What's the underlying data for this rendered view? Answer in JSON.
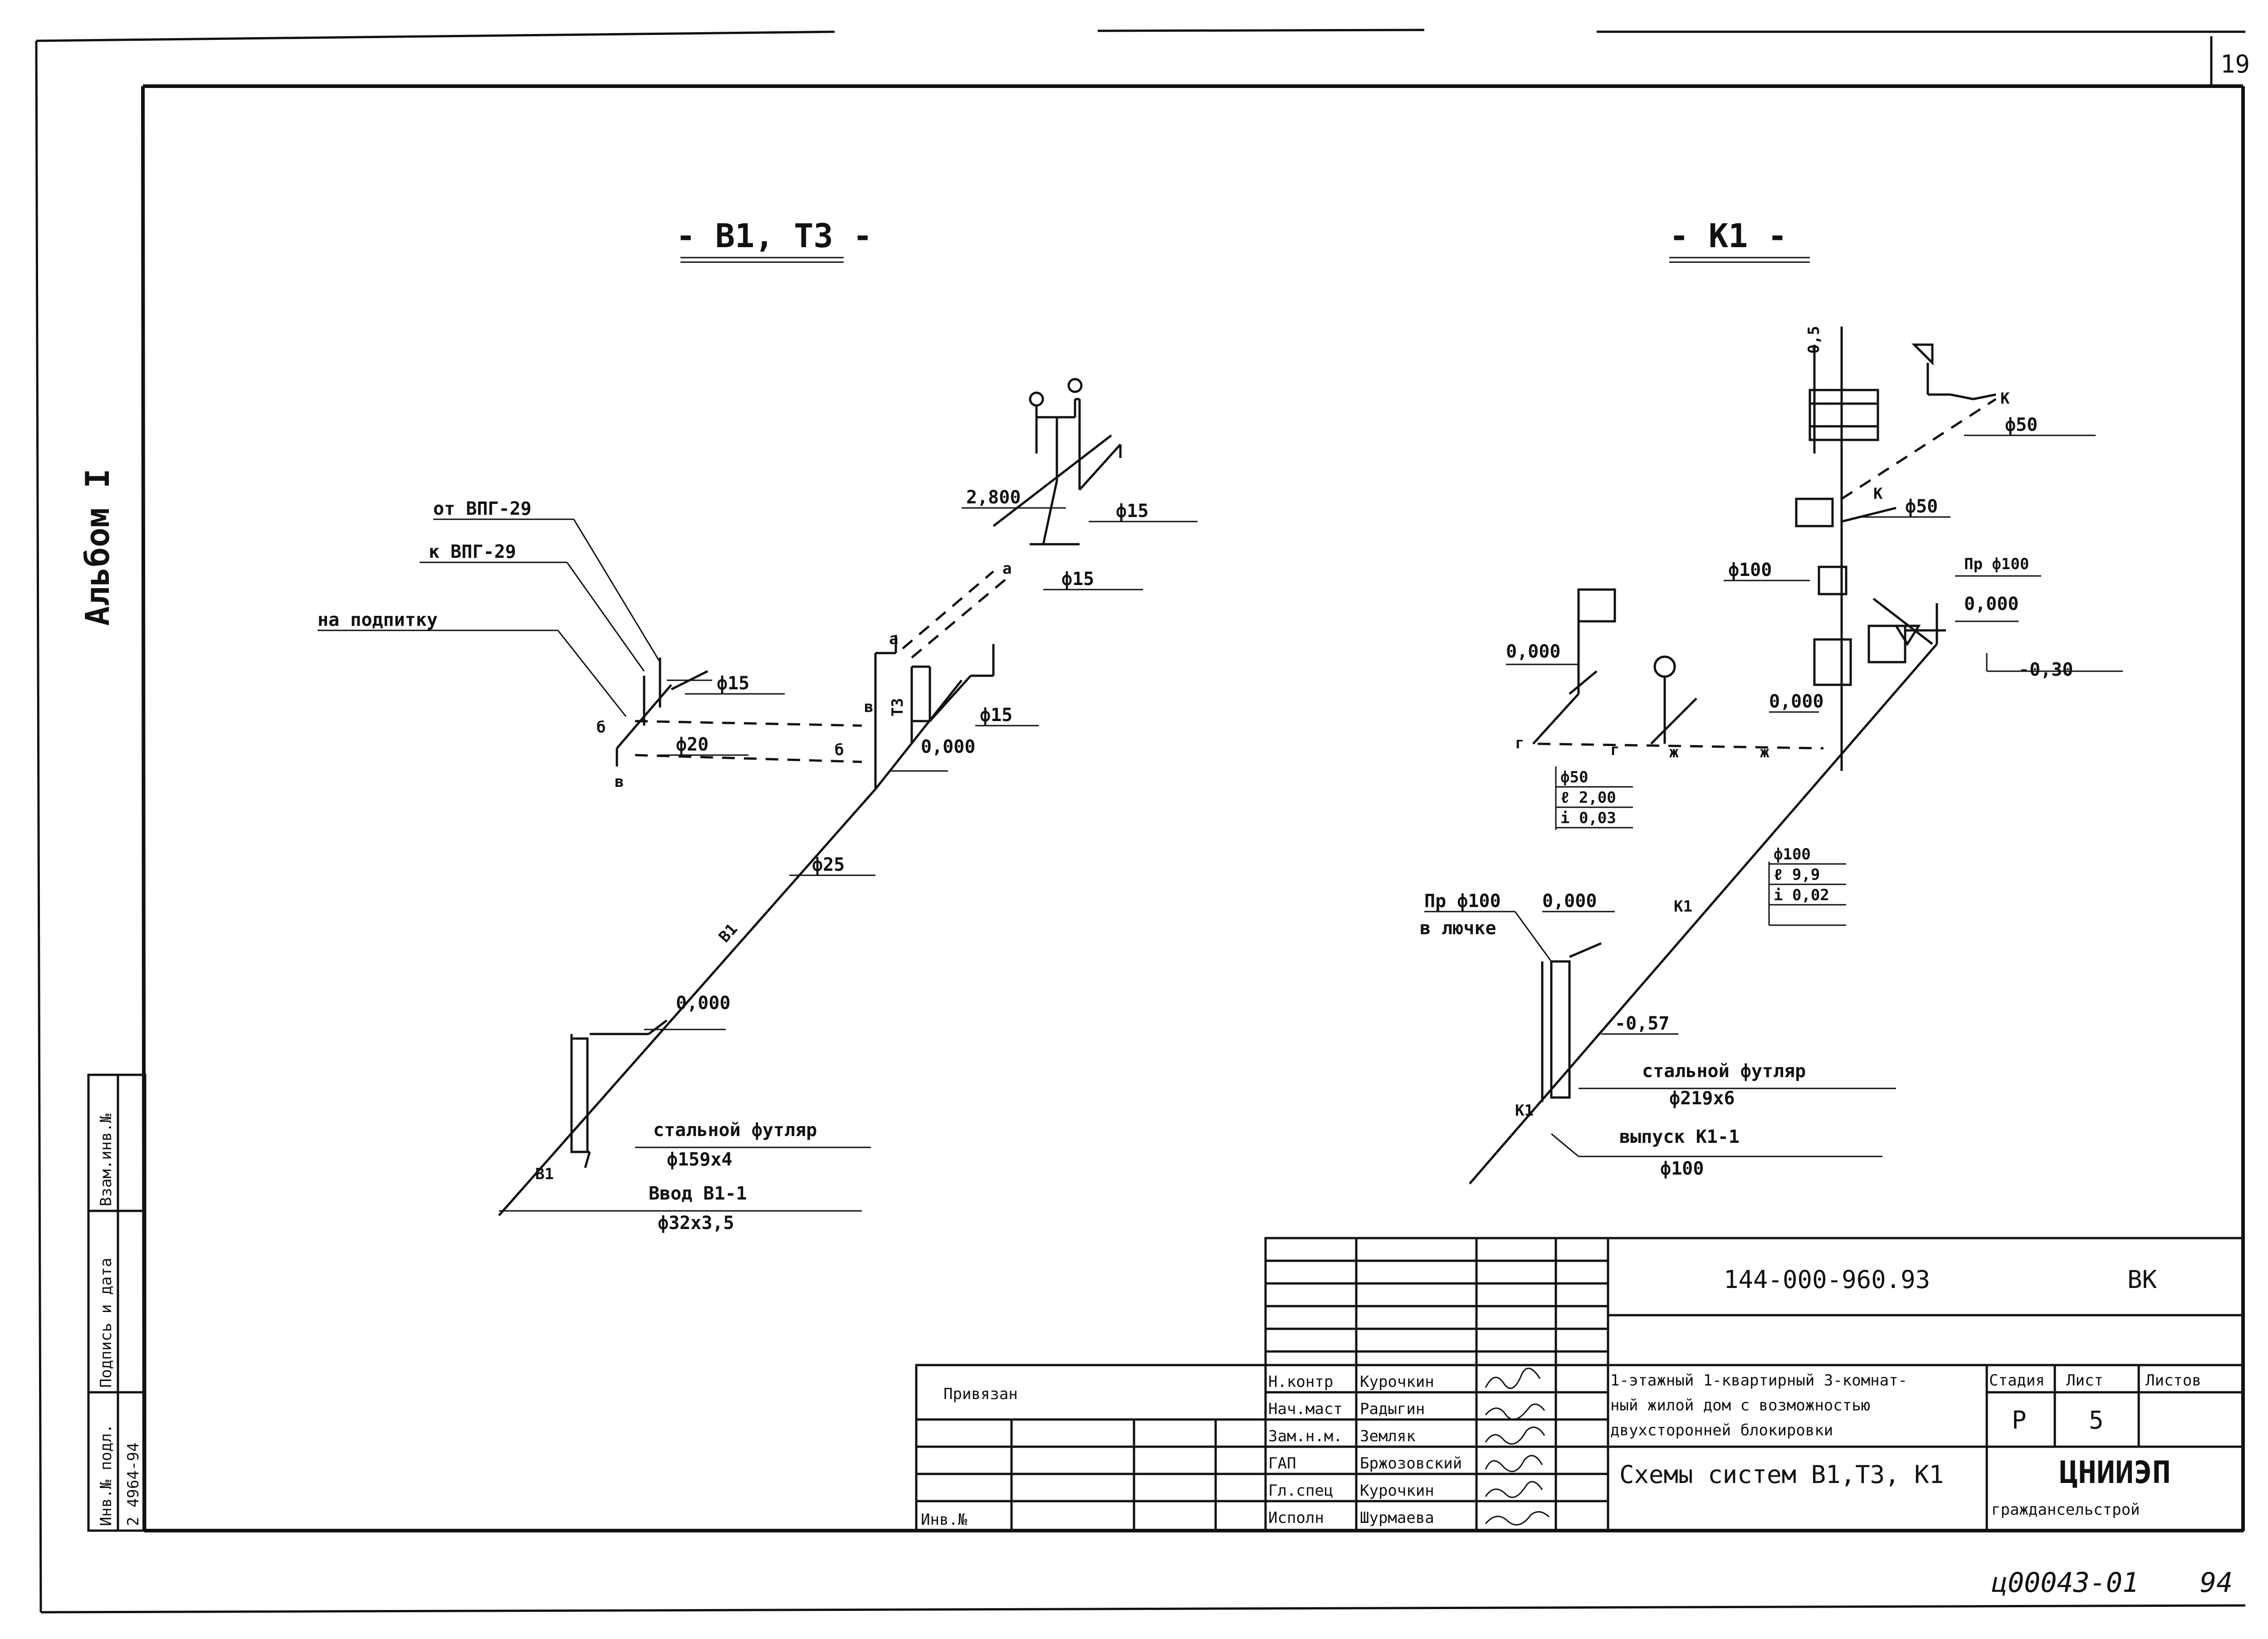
{
  "page_number": "19",
  "album_label": "Альбом I",
  "stamp_left": {
    "col_labels": [
      "Инв.№ подл.",
      "Подпись и дата",
      "Взам.инв.№"
    ],
    "inv_number": "2 4964-94"
  },
  "diagrams": {
    "left": {
      "title": "- В1, Т3 -",
      "labels": {
        "ot_vpg": "от ВПГ-29",
        "k_vpg": "к ВПГ-29",
        "na_podpitku": "на подпитку",
        "d15_a": "ф15",
        "d15_b": "ф15",
        "d15_c": "ф15",
        "d15_d": "ф15",
        "d20": "ф20",
        "d25": "ф25",
        "mark_2800": "2,800",
        "mark_0000_a": "0,000",
        "mark_0000_b": "0,000",
        "pipe_b1": "В1",
        "pipe_b1_low": "В1",
        "pipe_t3": "Т3",
        "pt_a1": "а",
        "pt_a2": "а",
        "pt_b1": "б",
        "pt_b2": "б",
        "pt_v1": "в",
        "pt_v2": "в",
        "sleeve": "стальной футляр",
        "sleeve_size": "ф159х4",
        "inlet": "Ввод В1-1",
        "inlet_size": "ф32х3,5"
      }
    },
    "right": {
      "title": "- К1 -",
      "labels": {
        "slope_05": "0,5",
        "k_a": "К",
        "k_b": "К",
        "d50_a": "ф50",
        "d50_b": "ф50",
        "d100_a": "ф100",
        "pr100_a": "Пр ф100",
        "mark_0000_a": "0,000",
        "mark_0000_b": "0,000",
        "mark_0000_c": "0,000",
        "mark_0000_d": "0,000",
        "mark_030": "-0,30",
        "mark_057": "-0,57",
        "pt_g1": "г",
        "pt_g2": "г",
        "pt_zh1": "ж",
        "pt_zh2": "ж",
        "branch_d": "ф50",
        "branch_l": "ℓ 2,00",
        "branch_i": "i 0,03",
        "main_d": "ф100",
        "main_l": "ℓ 9,9",
        "main_i": "i 0,02",
        "pipe_k1": "К1",
        "pipe_k1_low": "К1",
        "pr100_b": "Пр ф100",
        "in_hatch": "в лючке",
        "sleeve": "стальной футляр",
        "sleeve_size": "ф219х6",
        "outlet": "выпуск К1-1",
        "outlet_size": "ф100"
      }
    }
  },
  "title_block": {
    "project_code": "144-000-960.93",
    "section": "ВК",
    "privyazan": "Привязан",
    "inv": "Инв.№",
    "roles": [
      "Н.контр",
      "Нач.маст",
      "Зам.н.м.",
      "ГАП",
      "Гл.спец",
      "Исполн"
    ],
    "names": [
      "Курочкин",
      "Радыгин",
      "Земляк",
      "Бржозовский",
      "Курочкин",
      "Шурмаева"
    ],
    "object_name": "1-этажный 1-квартирный 3-комнатный жилой дом с возможностью двухсторонней блокировки",
    "object_lines": [
      "1-этажный 1-квартирный 3-комнат-",
      "ный жилой дом с возможностью",
      "двухсторонней блокировки"
    ],
    "sheet_title": "Схемы систем В1,Т3, К1",
    "stage_h": "Стадия",
    "sheet_h": "Лист",
    "sheets_h": "Листов",
    "stage": "Р",
    "sheet": "5",
    "org_1": "ЦНИИЭП",
    "org_2": "граждансельстрой"
  },
  "footer": {
    "archive_code": "ц00043-01",
    "archive_page": "94"
  }
}
